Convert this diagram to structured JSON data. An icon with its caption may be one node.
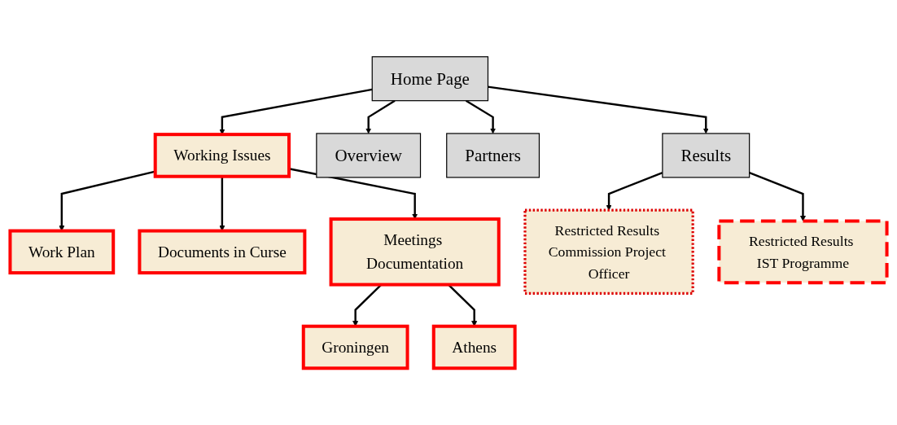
{
  "diagram": {
    "nodes": [
      {
        "text": [
          "Home Page"
        ]
      },
      {
        "text": [
          "Working Issues"
        ]
      },
      {
        "text": [
          "Overview"
        ]
      },
      {
        "text": [
          "Partners"
        ]
      },
      {
        "text": [
          "Results"
        ]
      },
      {
        "text": [
          "Work Plan"
        ]
      },
      {
        "text": [
          "Documents in Curse"
        ]
      },
      {
        "text": [
          "Meetings Documentation"
        ]
      },
      {
        "text": [
          "Restricted Results Commission Project Officer"
        ]
      },
      {
        "text": [
          "Restricted Results IST Programme"
        ]
      },
      {
        "text": [
          "Groningen"
        ]
      },
      {
        "text": [
          "Athens"
        ]
      }
    ],
    "edges": [
      {
        "from": 0,
        "to": 1,
        "arrow": "to"
      },
      {
        "from": 0,
        "to": 2,
        "arrow": "to"
      },
      {
        "from": 0,
        "to": 3,
        "arrow": "to"
      },
      {
        "from": 0,
        "to": 4,
        "arrow": "to"
      },
      {
        "from": 1,
        "to": 5,
        "arrow": "to"
      },
      {
        "from": 1,
        "to": 6,
        "arrow": "to"
      },
      {
        "from": 1,
        "to": 7,
        "arrow": "to"
      },
      {
        "from": 4,
        "to": 8,
        "arrow": "to"
      },
      {
        "from": 4,
        "to": 9,
        "arrow": "to"
      },
      {
        "from": 7,
        "to": 10,
        "arrow": "to"
      },
      {
        "from": 7,
        "to": 11,
        "arrow": "to"
      }
    ]
  }
}
